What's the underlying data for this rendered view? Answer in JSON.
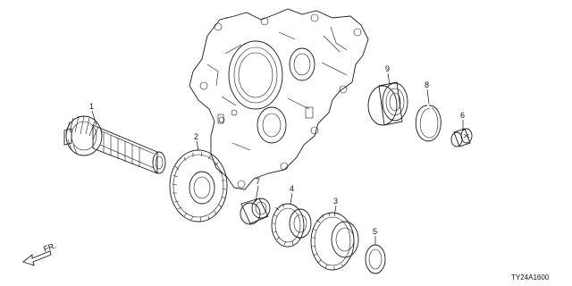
{
  "diagram": {
    "callouts": [
      {
        "id": "c1",
        "text": "1"
      },
      {
        "id": "c2",
        "text": "2"
      },
      {
        "id": "c3",
        "text": "3"
      },
      {
        "id": "c4",
        "text": "4"
      },
      {
        "id": "c5",
        "text": "5"
      },
      {
        "id": "c6",
        "text": "6"
      },
      {
        "id": "c7",
        "text": "7"
      },
      {
        "id": "c8",
        "text": "8"
      },
      {
        "id": "c9",
        "text": "9"
      }
    ],
    "direction_label": "FR.",
    "diagram_code": "TY24A1600",
    "colors": {
      "line": "#1a1a1a",
      "background": "#ffffff"
    }
  }
}
